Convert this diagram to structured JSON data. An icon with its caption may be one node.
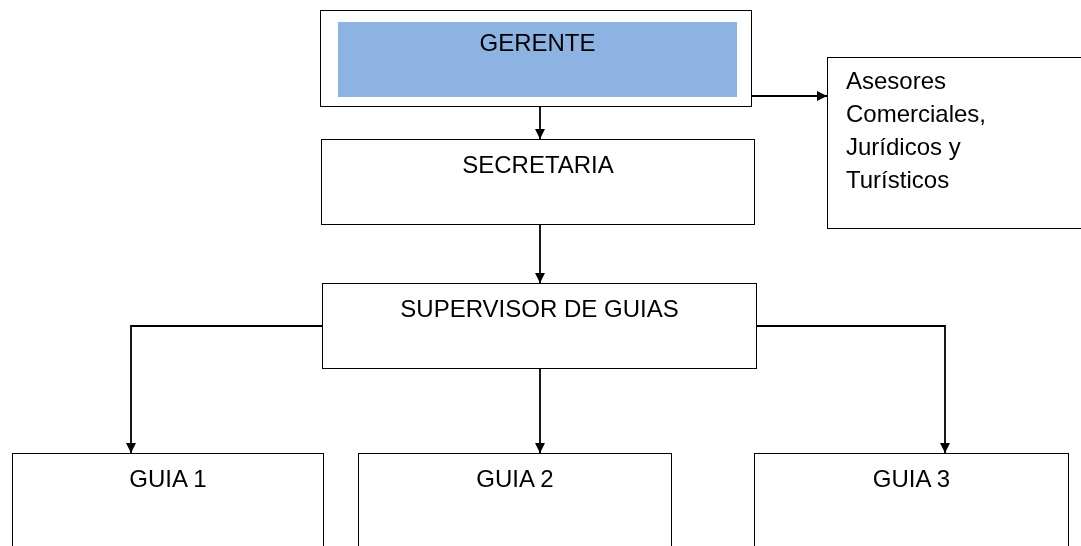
{
  "diagram": {
    "nodes": [
      {
        "text": [
          "GERENTE"
        ]
      },
      {
        "text": [
          "Asesores Comerciales, Jurídicos y Turísticos"
        ]
      },
      {
        "text": [
          "SECRETARIA"
        ]
      },
      {
        "text": [
          "SUPERVISOR DE GUIAS"
        ]
      },
      {
        "text": [
          "GUIA 1"
        ]
      },
      {
        "text": [
          "GUIA 2"
        ]
      },
      {
        "text": [
          "GUIA 3"
        ]
      }
    ],
    "edges": [
      {
        "from": 0,
        "to": 1,
        "arrow": "to"
      },
      {
        "from": 0,
        "to": 2,
        "arrow": "to"
      },
      {
        "from": 2,
        "to": 3,
        "arrow": "to"
      },
      {
        "from": 3,
        "to": 4,
        "arrow": "to"
      },
      {
        "from": 3,
        "to": 5,
        "arrow": "to"
      },
      {
        "from": 3,
        "to": 6,
        "arrow": "to"
      }
    ]
  }
}
